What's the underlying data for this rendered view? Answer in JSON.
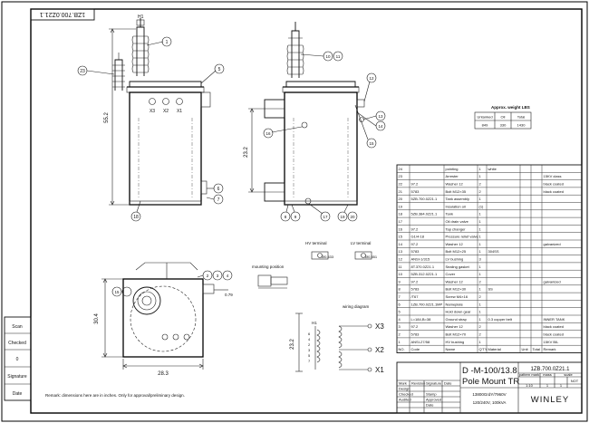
{
  "drawing_number": "1ZB.700.0Z21.1",
  "side_labels": [
    "Scan",
    "Checked",
    "0",
    "Signature",
    "Date"
  ],
  "balloons": {
    "front": [
      "1",
      "23",
      "5",
      "6",
      "7",
      "18"
    ],
    "side": [
      "10",
      "11",
      "12",
      "13",
      "14",
      "15",
      "16",
      "17",
      "8",
      "9",
      "19",
      "20"
    ],
    "top": [
      "2",
      "3",
      "4",
      "15"
    ]
  },
  "bushing_labels": [
    "X3",
    "X2",
    "X1"
  ],
  "hv_label": "H1",
  "dimensions": {
    "front_height": "55.2",
    "side_height": "23.2",
    "top_depth": "30.4",
    "top_width": "28.3",
    "top_small": "0.79",
    "wiring_height": "23.2"
  },
  "terminals": {
    "hv_title": "HV terminal",
    "hv_value": "Ø0.433",
    "lv_title": "LV terminal",
    "lv_value": "Ø0.551",
    "mounting": "mounting position"
  },
  "wiring": {
    "title": "wiring diagram",
    "primary": "H1",
    "outputs": [
      "X3",
      "X2",
      "X1"
    ],
    "taps": [
      "6",
      "4",
      "2",
      "3",
      "5",
      "7"
    ]
  },
  "weight": {
    "title": "Approx. weight LBS",
    "headers": [
      "Untanked",
      "Oil",
      "Total"
    ],
    "values": [
      "849",
      "330",
      "1430"
    ]
  },
  "bom": {
    "headers": [
      "NO.",
      "Code",
      "Name",
      "Q'TY",
      "Material",
      "Unit",
      "Total",
      "Remark"
    ],
    "rows": [
      [
        "24",
        "",
        "pointing",
        "1",
        "white",
        "",
        "",
        ""
      ],
      [
        "23",
        "",
        "Arrester",
        "1",
        "",
        "",
        "",
        "15KV class"
      ],
      [
        "22",
        "97.2",
        "Washer 12",
        "2",
        "",
        "",
        "",
        "black coated"
      ],
      [
        "21",
        "5783",
        "Bolt M12×35",
        "2",
        "",
        "",
        "",
        "black coated"
      ],
      [
        "20",
        "5ZB.700.0Z21.1",
        "Tank assembly",
        "1",
        "",
        "",
        "",
        ""
      ],
      [
        "19",
        "",
        "Insulation oil",
        "(1)",
        "",
        "",
        "",
        ""
      ],
      [
        "18",
        "5ZB.384.0Z21.1",
        "Tank",
        "1",
        "",
        "",
        "",
        ""
      ],
      [
        "17",
        "",
        "Oil drain valve",
        "1",
        "",
        "",
        "",
        ""
      ],
      [
        "16",
        "97.2",
        "Tap changer",
        "1",
        "",
        "",
        "",
        ""
      ],
      [
        "15",
        "G1/4-18",
        "Pressure relief valve",
        "1",
        "",
        "",
        "",
        ""
      ],
      [
        "14",
        "97.2",
        "Washer 12",
        "1",
        "",
        "",
        "",
        "galvanized"
      ],
      [
        "13",
        "5783",
        "Bolt M12×25",
        "1",
        "304SS",
        "",
        "",
        ""
      ],
      [
        "12",
        "ANSI-1/315",
        "LV bushing",
        "3",
        "",
        "",
        "",
        ""
      ],
      [
        "11",
        "8T.370.0Z21.1",
        "Sealing gasket",
        "1",
        "",
        "",
        "",
        ""
      ],
      [
        "10",
        "5ZB.312.0Z21.1",
        "Cover",
        "1",
        "",
        "",
        "",
        ""
      ],
      [
        "9",
        "97.2",
        "Washer 12",
        "2",
        "",
        "",
        "",
        "galvanized"
      ],
      [
        "8",
        "5783",
        "Bolt M12×30",
        "1",
        "SS",
        "",
        "",
        ""
      ],
      [
        "7",
        "/T67",
        "Screw M4×16",
        "2",
        "",
        "",
        "",
        ""
      ],
      [
        "6",
        "1ZB.700.0Z21.1MP",
        "Nameplate",
        "1",
        "",
        "",
        "",
        ""
      ],
      [
        "5",
        "",
        "Hold down gear",
        "1",
        "",
        "",
        "",
        ""
      ],
      [
        "4",
        "L=184,B=38",
        "Ground strap",
        "1",
        "0.3 copper belt",
        "",
        "",
        "INNER TANK"
      ],
      [
        "3",
        "97.2",
        "Washer 12",
        "2",
        "",
        "",
        "",
        "black coated"
      ],
      [
        "2",
        "5783",
        "Bolt M12×70",
        "2",
        "",
        "",
        "",
        "black coated"
      ],
      [
        "1",
        "ANSI-27/58",
        "HV bushing",
        "1",
        "",
        "",
        "",
        "15KV BIL"
      ]
    ]
  },
  "title_block": {
    "product": "D -M-100/13.8",
    "type": "Pole Mount TR",
    "drawing_no": "1ZB.700.0Z21.1",
    "spec1": "13800GrdY/7960V",
    "spec2": "120/240V, 100kVA",
    "company": "WINLEY",
    "row_labels": [
      "Mark",
      "Design",
      "Checked",
      "Audited"
    ],
    "col_labels": [
      "Revision",
      "Signature",
      "Date"
    ],
    "small": [
      "Stamp",
      "Approved",
      "Date",
      "pattern mark",
      "mass",
      "scale",
      "NOT",
      "1:10",
      "1",
      "1"
    ]
  },
  "remark": "Remark: dimensions here are in inches. Only for approval/preliminary design."
}
